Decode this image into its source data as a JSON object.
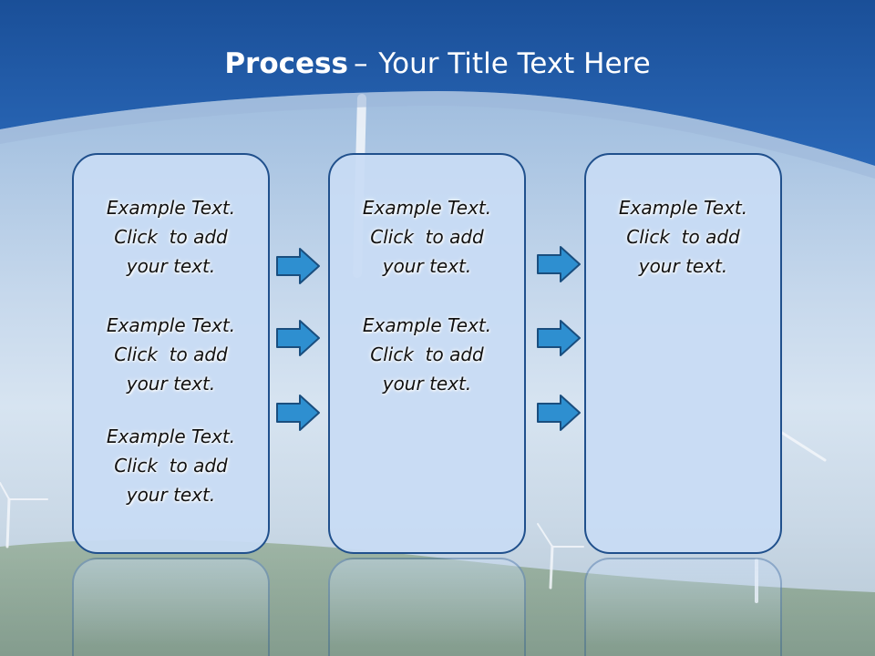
{
  "slide": {
    "title_bold": "Process",
    "title_separator": "–",
    "title_rest": "Your Title Text Here"
  },
  "columns": [
    {
      "blocks": [
        [
          "Example Text.",
          "Click  to add",
          "your text."
        ],
        [
          "Example Text.",
          "Click  to add",
          "your text."
        ],
        [
          "Example Text.",
          "Click  to add",
          "your text."
        ]
      ]
    },
    {
      "blocks": [
        [
          "Example Text.",
          "Click  to add",
          "your text."
        ],
        [
          "Example Text.",
          "Click  to add",
          "your text."
        ]
      ]
    },
    {
      "blocks": [
        [
          "Example Text.",
          "Click  to add",
          "your text."
        ]
      ]
    }
  ],
  "arrow_icon": "right-arrow-icon",
  "colors": {
    "header_blue": "#1f5aa8",
    "panel_fill": "#c8dcf4",
    "panel_border": "#20508c",
    "arrow_fill": "#2e8fd0",
    "arrow_stroke": "#1a4e7e"
  }
}
